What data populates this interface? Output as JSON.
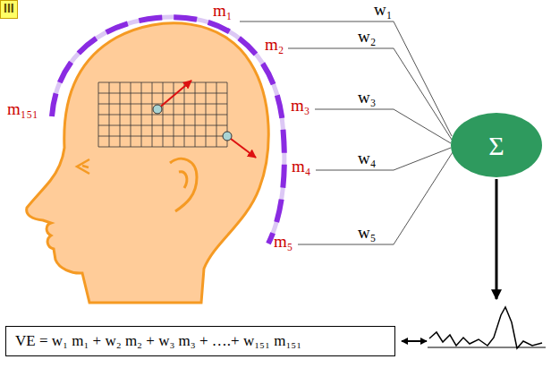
{
  "diagram": {
    "nodes": [
      {
        "text": [
          "III"
        ]
      },
      {
        "text": [
          "Σ"
        ]
      },
      {
        "text": [
          "VE = w₁ m₁ + w₂ m₂ + w₃ m₃ + ….+ w₁₅₁ m₁₅₁"
        ]
      }
    ],
    "labels": [
      "m₁",
      "m₂",
      "m₃",
      "m₄",
      "m₅",
      "m₁₅₁",
      "w₁",
      "w₂",
      "w₃",
      "w₄",
      "w₅"
    ]
  }
}
